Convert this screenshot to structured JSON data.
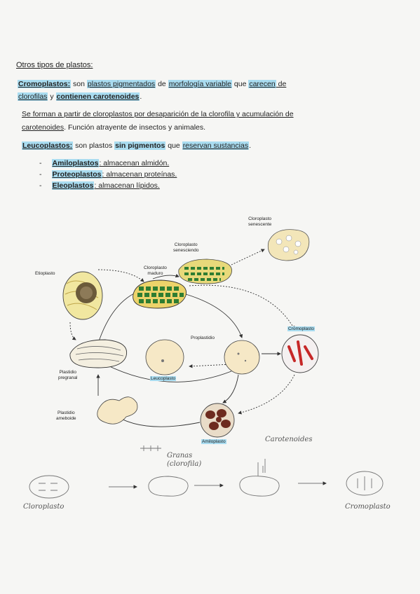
{
  "title": "Otros tipos de plastos:",
  "crom": {
    "term": "Cromoplastos:",
    "t1": " son ",
    "t2": "plastos pigmentados",
    "t3": " de ",
    "t4": "morfología variable",
    "t5": " que ",
    "t6": "carecen",
    "t7": " de",
    "t8": "clorofilas",
    "t9": " y ",
    "t10": "contienen carotenoides",
    "t11": "."
  },
  "forman": {
    "l1": "Se forman a partir de cloroplastos por desaparición de la clorofila y acumulación de",
    "l2a": "carotenoides",
    "l2b": ". Función atrayente de insectos y animales."
  },
  "leuco": {
    "term": "Leucoplastos:",
    "t1": " son plastos ",
    "t2": "sin pigmentos",
    "t3": " que ",
    "t4": "reservan sustancias",
    "t5": "."
  },
  "bullets": [
    {
      "dash": "-",
      "term": "Amiloplastos",
      "rest": ": almacenan almidón."
    },
    {
      "dash": "-",
      "term": "Proteoplastos",
      "rest": ": almacenan proteínas."
    },
    {
      "dash": "-",
      "term": "Eleoplastos",
      "rest": ": almacenan lípidos."
    }
  ],
  "diagram": {
    "senescente": [
      "Cloroplasto",
      "senescente"
    ],
    "senesciendo": [
      "Cloroplasto",
      "senesciendo"
    ],
    "maduro": [
      "Cloroplasto",
      "maduro"
    ],
    "etioplasto": "Etioplasto",
    "proplastidio": "Proplastidio",
    "cromoplasto": "Cromoplasto",
    "pregranal": [
      "Plastidio",
      "pregranal"
    ],
    "leucoplasto": "Leucoplasto",
    "ameboide": [
      "Plastidio",
      "ameboide"
    ],
    "amiloplasto": "Amiloplasto"
  },
  "handwriting": {
    "cloroplasto": "Cloroplasto",
    "granas": "Granas",
    "clorofila": "(clorofila)",
    "carotenoides": "Carotenoides",
    "cromoplasto": "Cromoplasto"
  },
  "colors": {
    "highlight": "#a9dcf0",
    "green": "#2e7d32",
    "red": "#c62828",
    "brown": "#6d2b1f"
  }
}
